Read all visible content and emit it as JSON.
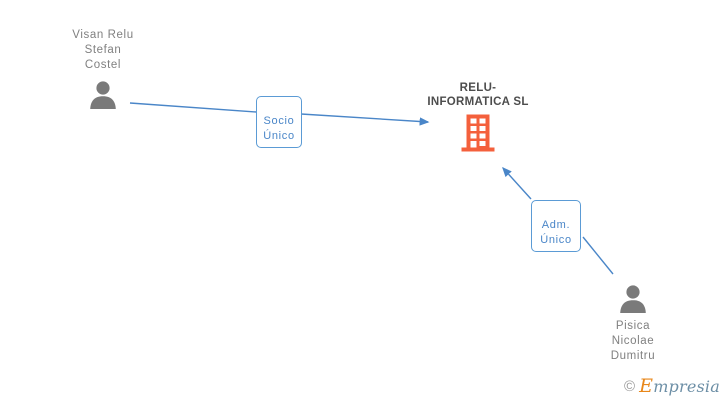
{
  "diagram": {
    "type": "corporate-relationship-graph",
    "background_color": "#ffffff",
    "company": {
      "name": "RELU-\nINFORMATICA SL",
      "icon": "building-icon",
      "icon_color": "#f4603c",
      "label_color": "#4d4d4d"
    },
    "people": [
      {
        "id": "shareholder",
        "name": "Visan Relu\nStefan\nCostel",
        "icon": "person-icon",
        "icon_color": "#7a7a7a",
        "label_color": "#808080"
      },
      {
        "id": "administrator",
        "name": "Pisica\nNicolae\nDumitru",
        "icon": "person-icon",
        "icon_color": "#7a7a7a",
        "label_color": "#808080"
      }
    ],
    "relations": [
      {
        "id": "socio-unico",
        "label": "Socio\nÚnico",
        "from": "shareholder",
        "to": "company",
        "line_color": "#4a86c8",
        "border_color": "#5b9bd5",
        "text_color": "#4a86c8"
      },
      {
        "id": "adm-unico",
        "label": "Adm.\nÚnico",
        "from": "administrator",
        "to": "company",
        "line_color": "#4a86c8",
        "border_color": "#5b9bd5",
        "text_color": "#4a86c8"
      }
    ]
  },
  "watermark": {
    "copyright": "©",
    "initial": "E",
    "rest": "mpresia",
    "initial_color": "#e8871a",
    "rest_color": "#6d8fa6"
  }
}
